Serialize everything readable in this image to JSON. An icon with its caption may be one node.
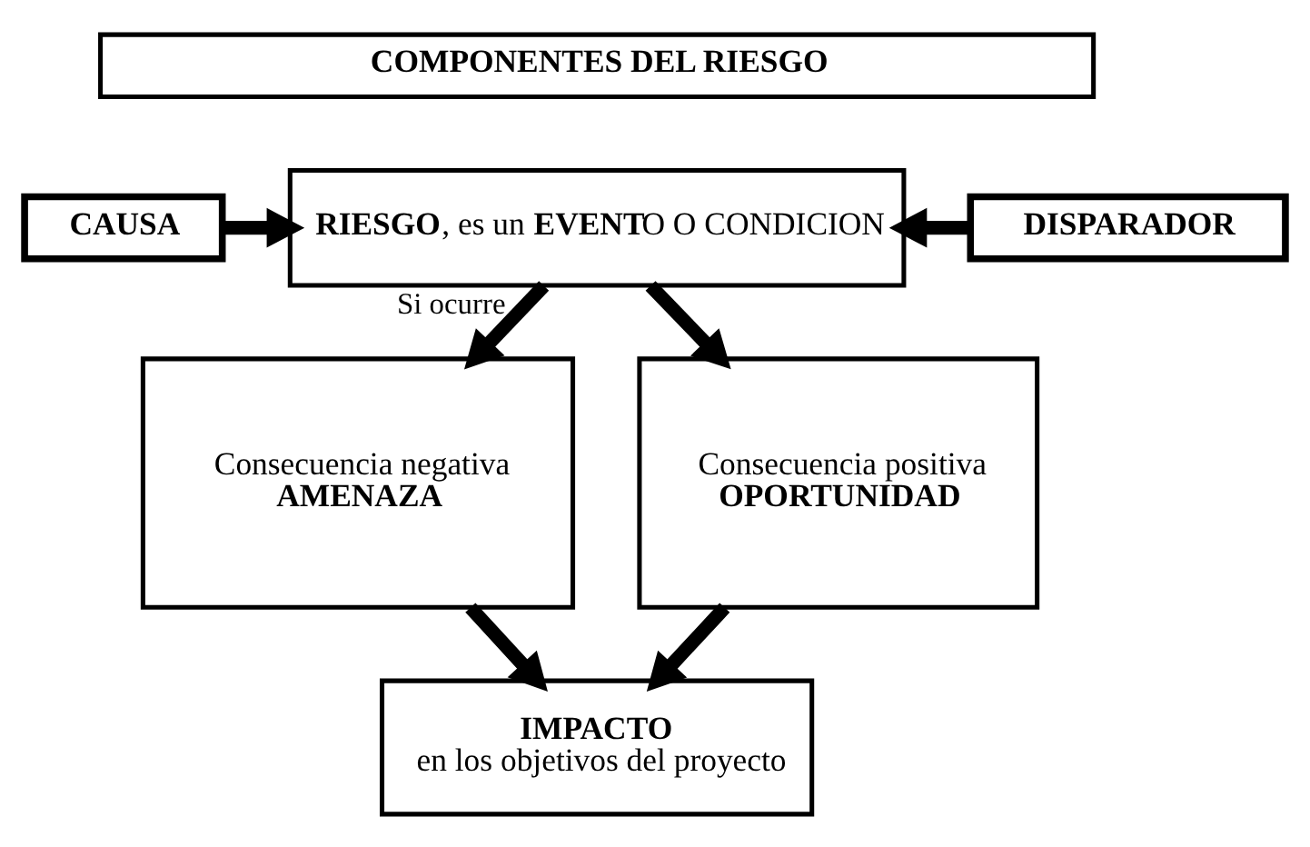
{
  "diagram": {
    "nodes": [
      {
        "text": [
          "COMPONENTES DEL RIESGO"
        ]
      },
      {
        "text": [
          "CAUSA"
        ]
      },
      {
        "text": [
          "**RIESGO**, es un **EVENT**O O CONDICION"
        ]
      },
      {
        "text": [
          "DISPARADOR"
        ]
      },
      {
        "text": [
          "Consecuencia negativa",
          "AMENAZA"
        ]
      },
      {
        "text": [
          "Consecuencia positiva",
          "OPORTUNIDAD"
        ]
      },
      {
        "text": [
          "IMPACTO",
          "en los objetivos del proyecto"
        ]
      }
    ],
    "edges": [
      {
        "from": 1,
        "to": 2,
        "arrow": "to"
      },
      {
        "from": 3,
        "to": 2,
        "arrow": "to"
      },
      {
        "from": 2,
        "to": 4,
        "arrow": "to",
        "label": "Si ocurre"
      },
      {
        "from": 2,
        "to": 5,
        "arrow": "to"
      },
      {
        "from": 4,
        "to": 6,
        "arrow": "to"
      },
      {
        "from": 5,
        "to": 6,
        "arrow": "to"
      }
    ]
  }
}
